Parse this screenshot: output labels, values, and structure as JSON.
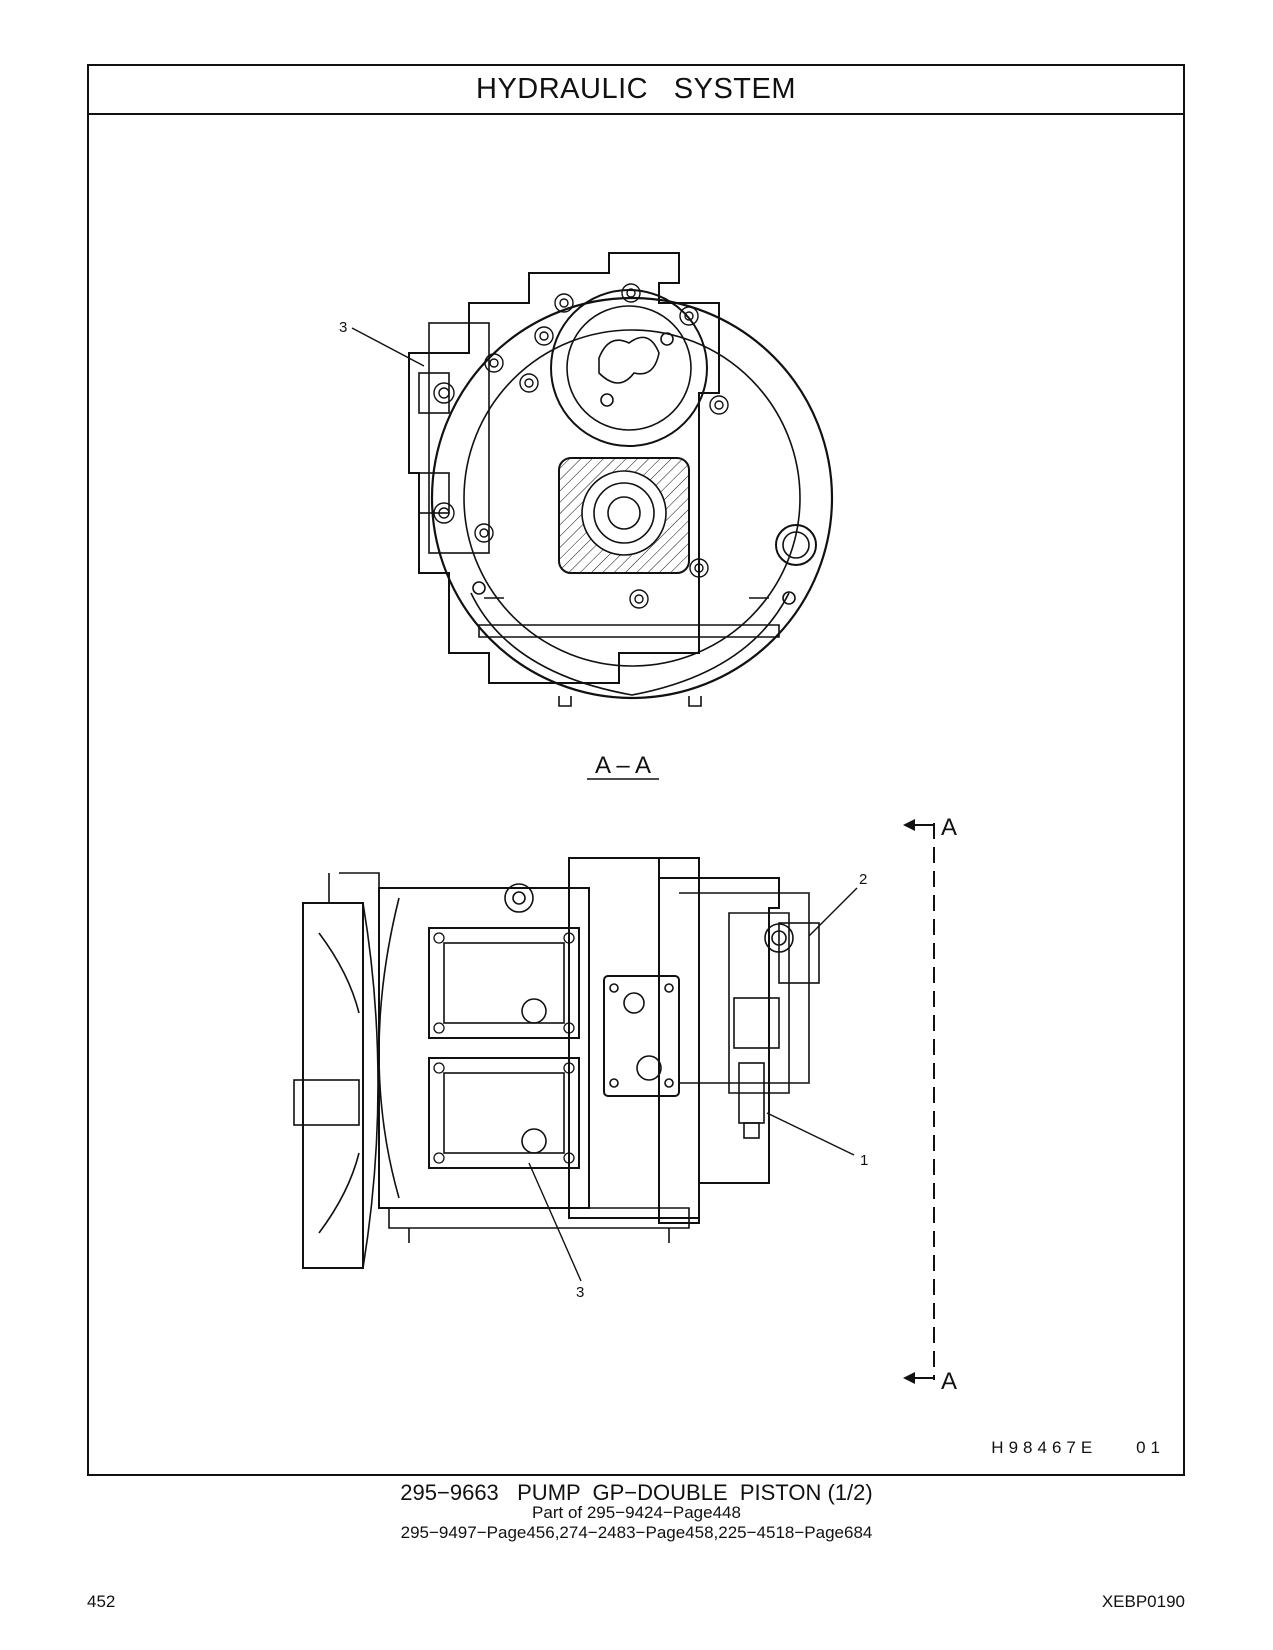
{
  "header": {
    "title": "HYDRAULIC   SYSTEM"
  },
  "drawing": {
    "callouts": {
      "c1": "1",
      "c2": "2",
      "c3_top": "3",
      "c3_bottom": "3"
    },
    "section_view_label": "A – A",
    "section_marker_label": "A",
    "figure_id": "H98467E    01"
  },
  "caption": {
    "part_title": "295−9663   PUMP  GP−DOUBLE  PISTON (1/2)",
    "part_of": "Part of 295−9424−Page448",
    "related": "295−9497−Page456,274−2483−Page458,225−4518−Page684"
  },
  "footer": {
    "page_number": "452",
    "doc_id": "XEBP0190"
  }
}
